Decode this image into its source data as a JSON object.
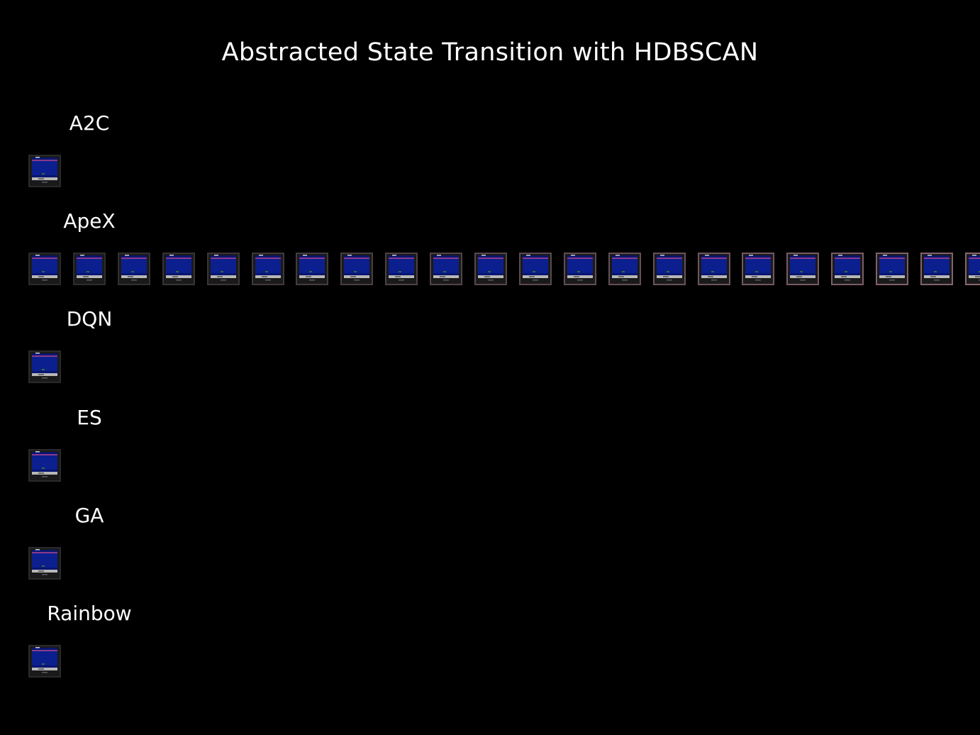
{
  "title": "Abstracted State Transition with HDBSCAN",
  "colors": {
    "background": "#000000",
    "text": "#ffffff",
    "frame_border_start": "#2a2a2a",
    "frame_border_end": "#8a6670",
    "frame_water": "#0c1f8f",
    "frame_water_dark": "#081670",
    "frame_top_bar": "#8a3a8a",
    "frame_seabed": "#b8b8b8",
    "frame_bottom": "#1a1a1a"
  },
  "rows": [
    {
      "label": "A2C",
      "frame_count": 1
    },
    {
      "label": "ApeX",
      "frame_count": 22
    },
    {
      "label": "DQN",
      "frame_count": 1
    },
    {
      "label": "ES",
      "frame_count": 1
    },
    {
      "label": "GA",
      "frame_count": 1
    },
    {
      "label": "Rainbow",
      "frame_count": 1
    }
  ]
}
